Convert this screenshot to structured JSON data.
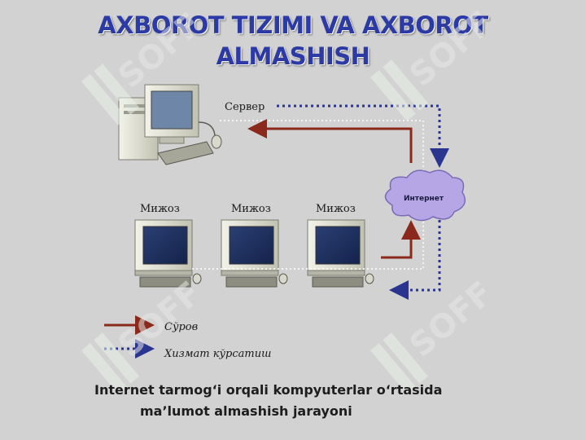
{
  "slide": {
    "title_line1": "AXBOROT TIZIMI VA AXBOROT",
    "title_line2": "ALMASHISH",
    "caption_line1": "Internet tarmog‘i orqali kompyuterlar o‘rtasida",
    "caption_line2": "ma’lumot almashish jarayoni"
  },
  "diagram": {
    "server_label": "Сервер",
    "internet_label": "Интернет",
    "client_labels": [
      "Мижоз",
      "Мижоз",
      "Мижоз"
    ],
    "legend": {
      "request_label": "Сўров",
      "service_label": "Хизмат кўрсатиш"
    },
    "colors": {
      "request_arrow": "#8b2a1c",
      "service_arrow": "#2a3590",
      "cloud": "#b6a6e6",
      "title": "#2c3aa6"
    }
  },
  "watermark": {
    "text": "SOFF"
  }
}
